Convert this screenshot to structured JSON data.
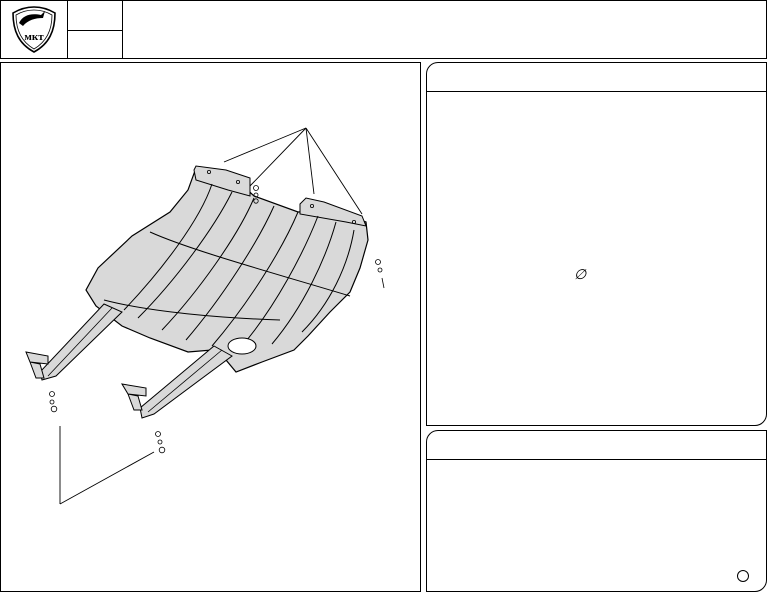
{
  "logo": {
    "name": "mkt-shield-logo",
    "text": "мкт"
  },
  "header": {
    "code_top": "",
    "code_bottom": "",
    "title": ""
  },
  "spec": {
    "symbol": "∅"
  },
  "notes": {
    "marker": "circle"
  },
  "colors": {
    "line": "#000000",
    "fill": "#d9d9d9",
    "background": "#ffffff"
  }
}
